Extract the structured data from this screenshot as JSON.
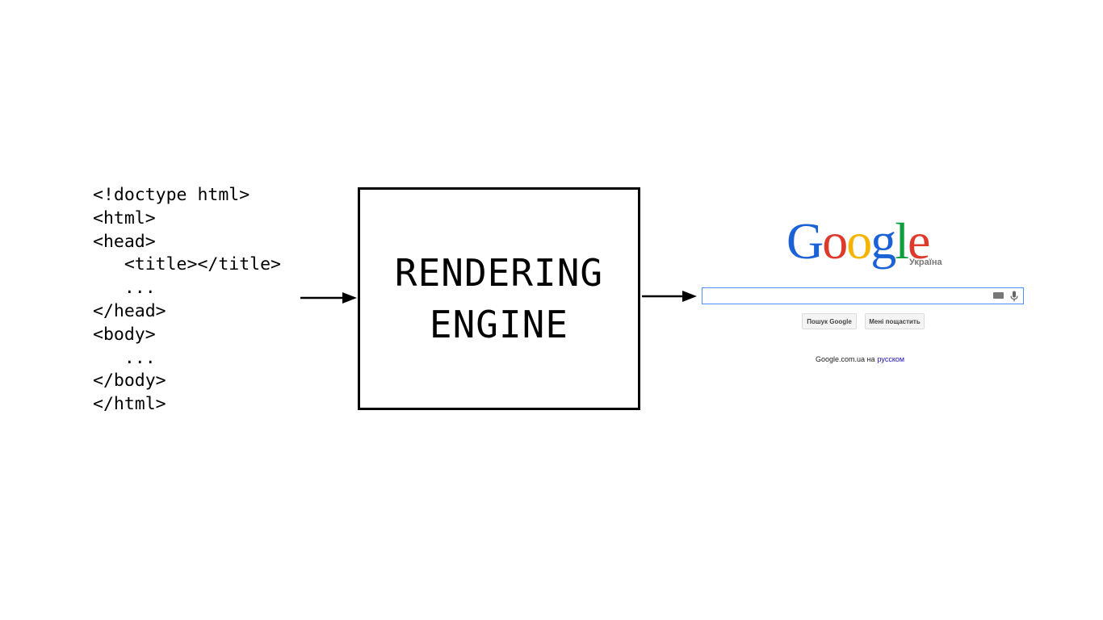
{
  "code_lines": [
    "<!doctype html>",
    "<html>",
    "<head>",
    "   <title></title>",
    "   ...",
    "</head>",
    "<body>",
    "   ...",
    "</body>",
    "</html>"
  ],
  "engine": {
    "line1": "RENDERING",
    "line2": "ENGINE"
  },
  "google": {
    "logo_letters": [
      {
        "char": "G",
        "color": "#1a62d6"
      },
      {
        "char": "o",
        "color": "#de3a2c"
      },
      {
        "char": "o",
        "color": "#f4b400"
      },
      {
        "char": "g",
        "color": "#1a62d6"
      },
      {
        "char": "l",
        "color": "#109d3e"
      },
      {
        "char": "e",
        "color": "#de3a2c"
      }
    ],
    "region": "Україна",
    "search_value": "",
    "buttons": {
      "search": "Пошук Google",
      "lucky": "Мені пощастить"
    },
    "footer_text": "Google.com.ua на",
    "footer_link": "русском"
  }
}
